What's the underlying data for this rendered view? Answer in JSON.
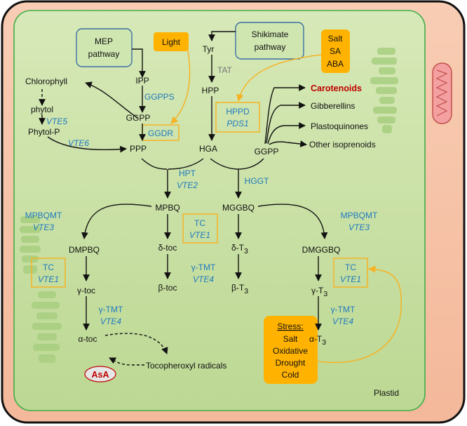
{
  "boxes": {
    "mep": [
      "MEP",
      "pathway"
    ],
    "light": "Light",
    "shikimate": [
      "Shikimate",
      "pathway"
    ],
    "salt": [
      "Salt",
      "SA",
      "ABA"
    ],
    "stress_title": "Stress:",
    "stress_items": [
      "Salt",
      "Oxidative",
      "Drought",
      "Cold"
    ]
  },
  "metabolites": {
    "chlorophyll": "Chlorophyll",
    "phytol": "phytol",
    "phytol_p": "Phytol-P",
    "ipp": "IPP",
    "ggpp_left": "GGPP",
    "ppp": "PPP",
    "tyr": "Tyr",
    "hpp": "HPP",
    "hga": "HGA",
    "ggpp_right": "GGPP",
    "mpbq": "MPBQ",
    "mggbq": "MGGBQ",
    "dmpbq": "DMPBQ",
    "dmggbq": "DMGGBQ",
    "d_toc": "δ-toc",
    "b_toc": "β-toc",
    "g_toc": "γ-toc",
    "a_toc": "α-toc",
    "d_t3_base": "δ-T",
    "b_t3_base": "β-T",
    "g_t3_base": "γ-T",
    "a_t3_base": "α-T",
    "sub3": "3",
    "tocopheroxyl": "Tocopheroxyl radicals",
    "asa": "AsA"
  },
  "enzymes": {
    "ggpps": "GGPPS",
    "vte5": "VTE5",
    "vte6": "VTE6",
    "ggdr": "GGDR",
    "tat": "TAT",
    "hppd": "HPPD",
    "pds1": "PDS1",
    "hpt": "HPT",
    "vte2": "VTE2",
    "hggt": "HGGT",
    "mpbqmt_l": "MPBQMT",
    "vte3_l": "VTE3",
    "mpbqmt_r": "MPBQMT",
    "vte3_r": "VTE3",
    "tc_mid": "TC",
    "vte1_mid": "VTE1",
    "tc_left": "TC",
    "vte1_left": "VTE1",
    "tc_right": "TC",
    "vte1_right": "VTE1",
    "gtmt_mid": "γ-TMT",
    "vte4_mid": "VTE4",
    "gtmt_left": "γ-TMT",
    "vte4_left": "VTE4",
    "gtmt_right": "γ-TMT",
    "vte4_right": "VTE4"
  },
  "products": {
    "carotenoids": "Carotenoids",
    "gibberellins": "Gibberellins",
    "plastoquinones": "Plastoquinones",
    "other": "Other isoprenoids"
  },
  "labels": {
    "plastid": "Plastid"
  },
  "colors": {
    "cell_fill": "#f7c8ae",
    "plastid_fill": "#c9e0a6",
    "plastid_border": "#3fae4a",
    "orange": "#ffb300",
    "enzyme_blue": "#1f7abf",
    "carotenoid_red": "#c00000",
    "mito": "#f4a0a0"
  }
}
